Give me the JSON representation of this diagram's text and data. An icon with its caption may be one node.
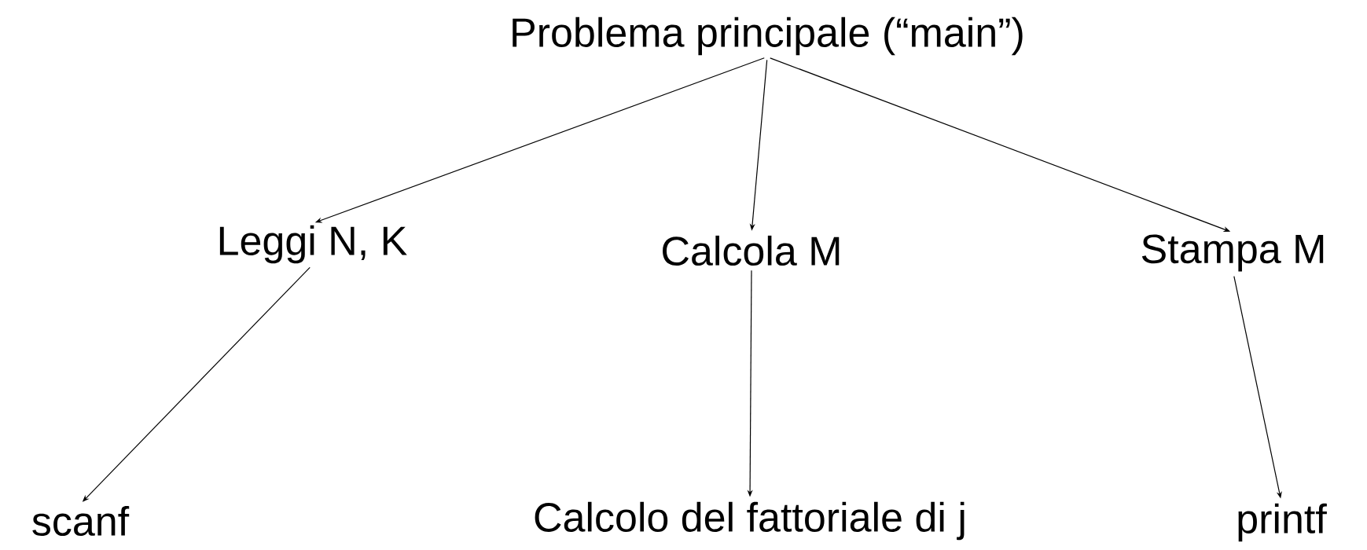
{
  "diagram": {
    "nodes": [
      {
        "text": [
          "Problema principale (“main”)"
        ]
      },
      {
        "text": [
          "Leggi N, K"
        ]
      },
      {
        "text": [
          "Calcola M"
        ]
      },
      {
        "text": [
          "Stampa M"
        ]
      },
      {
        "text": [
          "scanf"
        ]
      },
      {
        "text": [
          "Calcolo del fattoriale di j"
        ]
      },
      {
        "text": [
          "printf"
        ]
      }
    ],
    "edges": [
      {
        "from": 0,
        "to": 1,
        "arrow": "to"
      },
      {
        "from": 0,
        "to": 2,
        "arrow": "to"
      },
      {
        "from": 0,
        "to": 3,
        "arrow": "to"
      },
      {
        "from": 1,
        "to": 4,
        "arrow": "to"
      },
      {
        "from": 2,
        "to": 5,
        "arrow": "to"
      },
      {
        "from": 3,
        "to": 6,
        "arrow": "to"
      }
    ]
  }
}
